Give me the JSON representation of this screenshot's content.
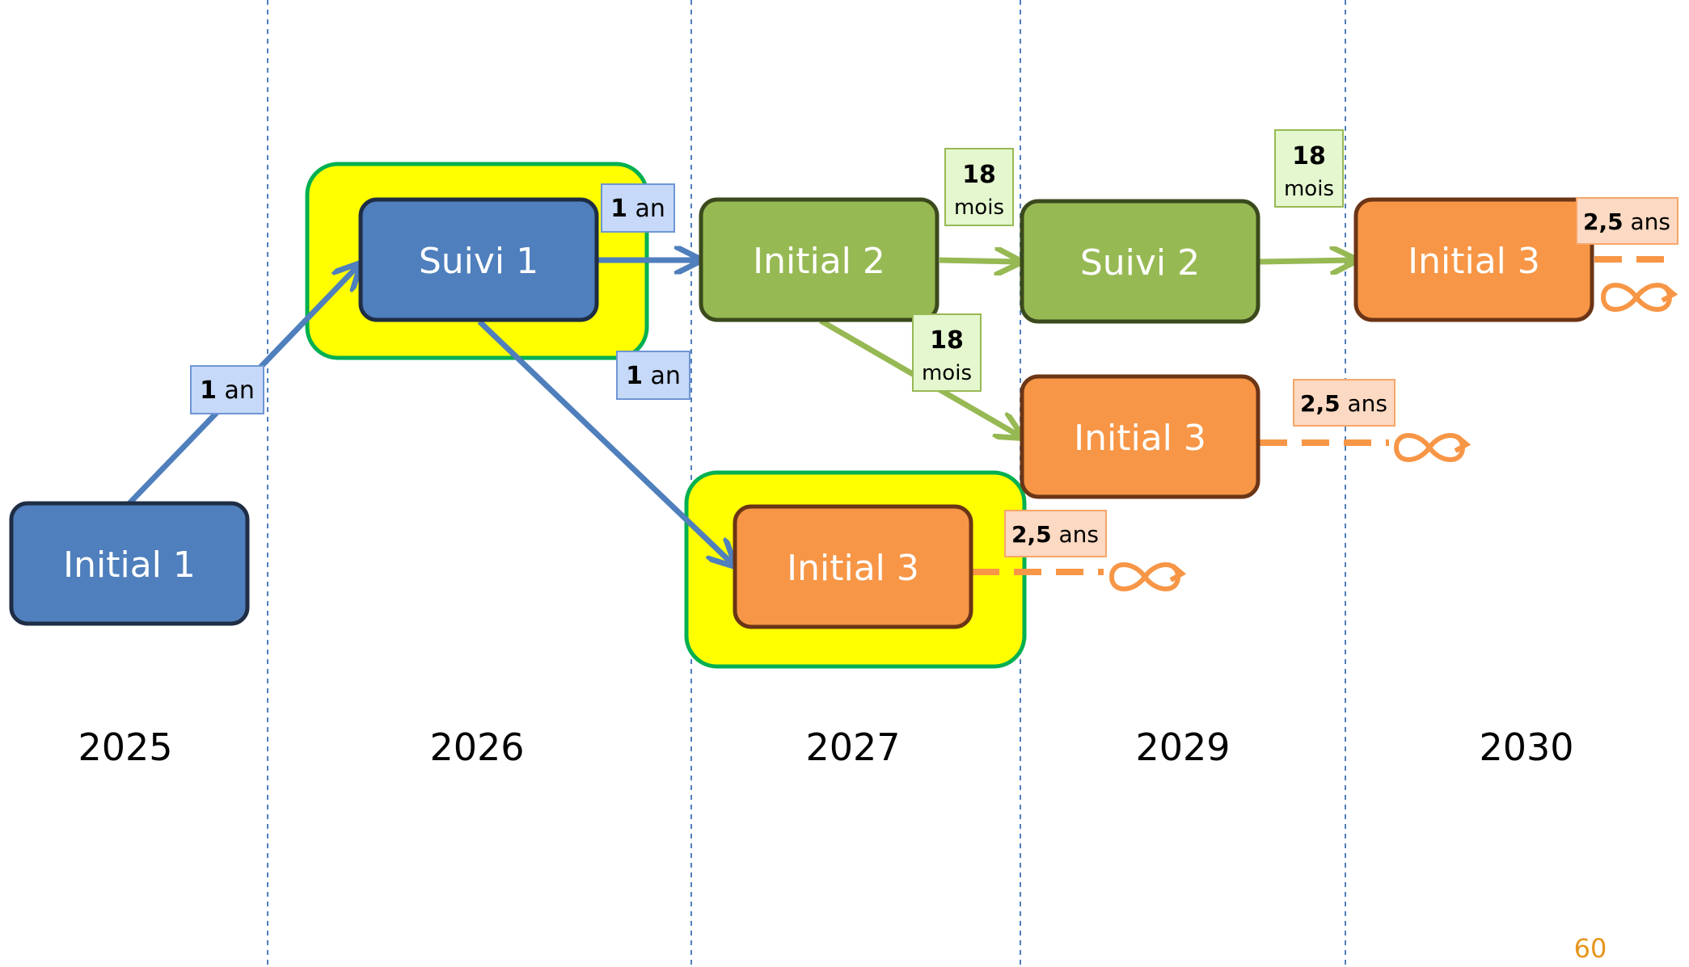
{
  "colors": {
    "blue_fill": "#4F7FBC",
    "blue_border": "#1F2D45",
    "green_fill": "#97B954",
    "green_border": "#3A4A1C",
    "orange_fill": "#F79646",
    "orange_border": "#6B3516",
    "highlight_fill": "#FFFF00",
    "highlight_border": "#00B050",
    "label_blue": "#C6D9F8",
    "label_green": "#E4F7CF",
    "label_orange": "#FCD9C2",
    "guide": "#4F7FBC",
    "page_number": "#E8951E"
  },
  "years": [
    "2025",
    "2026",
    "2027",
    "2029",
    "2030"
  ],
  "nodes": {
    "initial1": "Initial 1",
    "suivi1": "Suivi 1",
    "initial2": "Initial 2",
    "suivi2": "Suivi 2",
    "initial3_top": "Initial 3",
    "initial3_mid": "Initial 3",
    "initial3_low": "Initial 3"
  },
  "labels": {
    "one_year_a": {
      "bold": "1",
      "rest": " an"
    },
    "one_year_b": {
      "bold": "1",
      "rest": " an"
    },
    "one_year_c": {
      "bold": "1",
      "rest": " an"
    },
    "eighteen_a": {
      "num": "18",
      "unit": "mois"
    },
    "eighteen_b": {
      "num": "18",
      "unit": "mois"
    },
    "eighteen_c": {
      "num": "18",
      "unit": "mois"
    },
    "twofive_a": {
      "bold": "2,5",
      "rest": " ans"
    },
    "twofive_b": {
      "bold": "2,5",
      "rest": " ans"
    },
    "twofive_c": {
      "bold": "2,5",
      "rest": " ans"
    }
  },
  "page_number": "60"
}
